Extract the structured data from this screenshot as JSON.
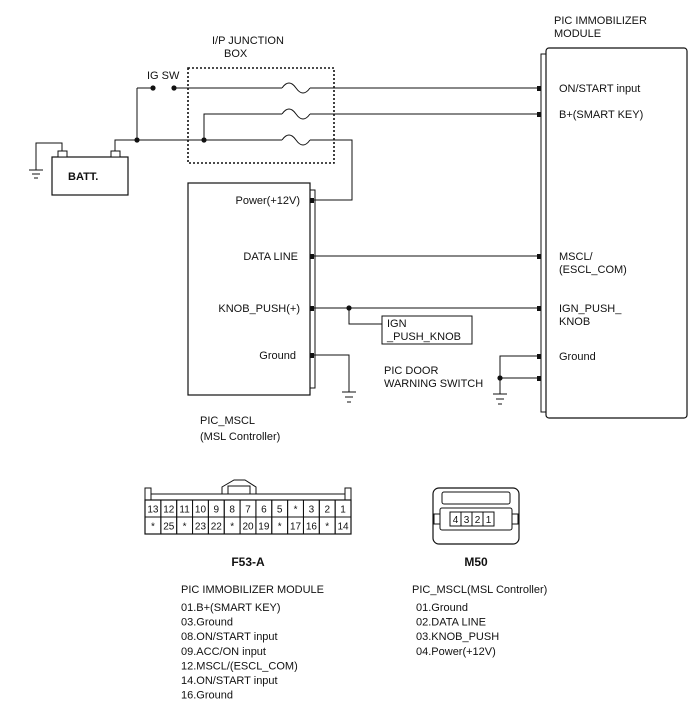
{
  "labels": {
    "junction_box_1": "I/P JUNCTION",
    "junction_box_2": "BOX",
    "ig_sw": "IG SW",
    "batt": "BATT.",
    "pic_module_1": "PIC IMMOBILIZER",
    "pic_module_2": "MODULE",
    "on_start": "ON/START input",
    "b_plus": "B+(SMART KEY)",
    "power": "Power(+12V)",
    "data_line": "DATA LINE",
    "knob_push": "KNOB_PUSH(+)",
    "ground_left": "Ground",
    "mscl_1": "MSCL/",
    "mscl_2": "(ESCL_COM)",
    "ign_push_1": "IGN_PUSH_",
    "ign_push_2": "KNOB",
    "ground_right": "Ground",
    "ign_box_1": "IGN",
    "ign_box_2": "_PUSH_KNOB",
    "door_sw_1": "PIC DOOR",
    "door_sw_2": "WARNING SWITCH",
    "mscl_ctrl_1": "PIC_MSCL",
    "mscl_ctrl_2": "(MSL Controller)"
  },
  "connector_f53": {
    "name": "F53-A",
    "top_row": [
      "13",
      "12",
      "11",
      "10",
      "9",
      "8",
      "7",
      "6",
      "5",
      "*",
      "3",
      "2",
      "1"
    ],
    "bottom_row": [
      "*",
      "25",
      "*",
      "23",
      "22",
      "*",
      "20",
      "19",
      "*",
      "17",
      "16",
      "*",
      "14"
    ],
    "title": "PIC IMMOBILIZER MODULE",
    "pins": [
      "01.B+(SMART KEY)",
      "03.Ground",
      "08.ON/START input",
      "09.ACC/ON input",
      "12.MSCL/(ESCL_COM)",
      "14.ON/START input",
      "16.Ground"
    ]
  },
  "connector_m50": {
    "name": "M50",
    "cells": [
      "4",
      "3",
      "2",
      "1"
    ],
    "title": "PIC_MSCL(MSL Controller)",
    "pins": [
      "01.Ground",
      "02.DATA LINE",
      "03.KNOB_PUSH",
      "04.Power(+12V)"
    ]
  }
}
